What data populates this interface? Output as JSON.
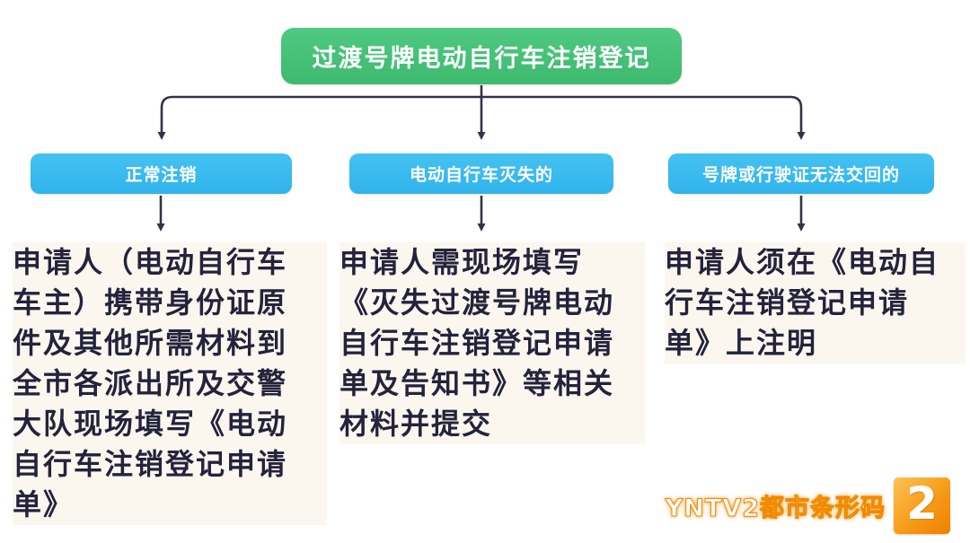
{
  "flowchart": {
    "root": {
      "label": "过渡号牌电动自行车注销登记"
    },
    "branches": [
      {
        "label": "正常注销",
        "description": "申请人（电动自行车\n车主）携带身份证原\n件及其他所需材料到\n全市各派出所及交警\n大队现场填写《电动\n自行车注销登记申请\n单》"
      },
      {
        "label": "电动自行车灭失的",
        "description": "申请人需现场填写\n《灭失过渡号牌电动\n自行车注销登记申请\n单及告知书》等相关\n材料并提交"
      },
      {
        "label": "号牌或行驶证无法交回的",
        "description": "申请人须在《电动自\n行车注销登记申请\n单》上注明"
      }
    ]
  },
  "watermark": {
    "channel_text": "YNTV2都市条形码",
    "logo_digit": "2"
  },
  "colors": {
    "root_box_green": "#3eba6e",
    "branch_box_blue": "#35b8ee",
    "connector_line": "#32324a",
    "body_text": "#23233c",
    "watermark_orange": "#f5941e",
    "background": "#ffffff"
  }
}
